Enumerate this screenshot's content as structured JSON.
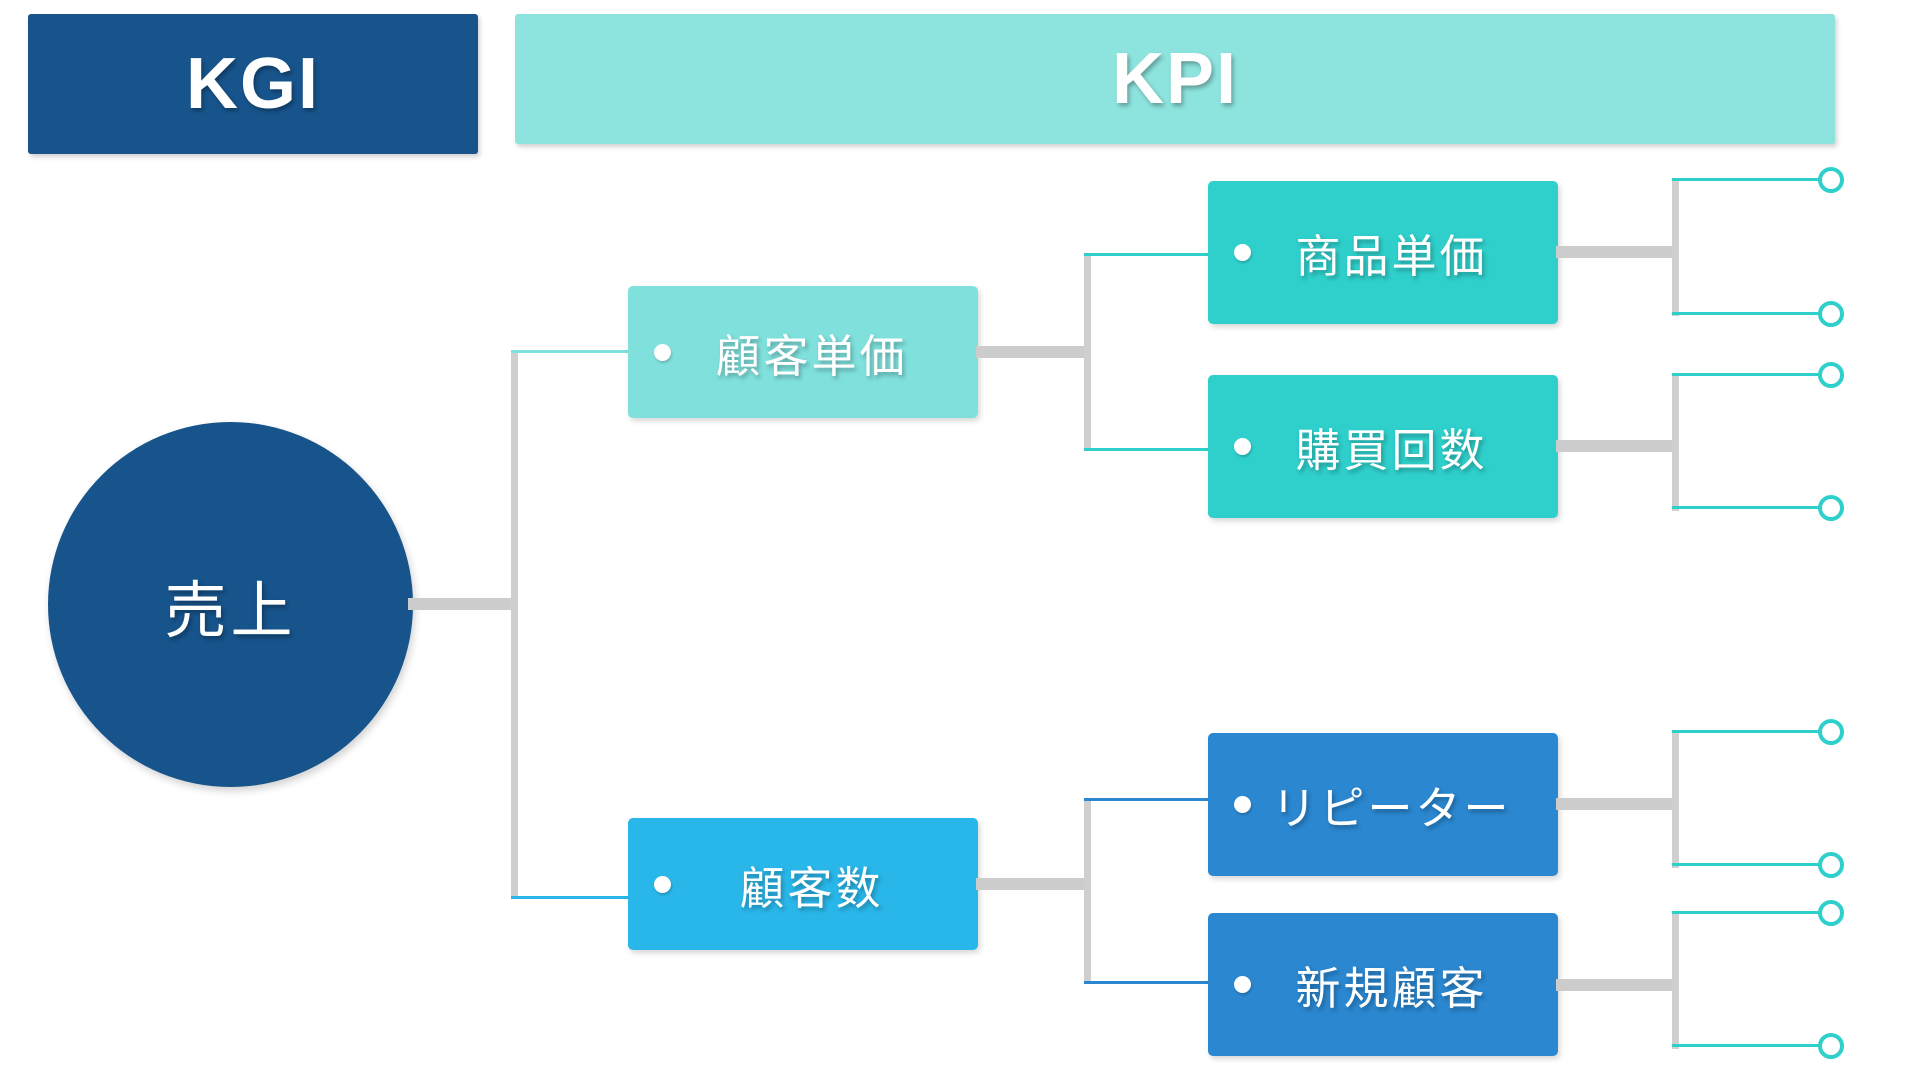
{
  "headers": {
    "kgi": "KGI",
    "kpi": "KPI"
  },
  "root": {
    "label": "売上"
  },
  "nodes": {
    "level1": [
      {
        "id": "kyakutanka",
        "label": "顧客単価",
        "color": "#7FE0DC"
      },
      {
        "id": "kyakusu",
        "label": "顧客数",
        "color": "#29B6E8"
      }
    ],
    "level2": [
      {
        "id": "shohintanka",
        "label": "商品単価",
        "color": "#2FCFCB",
        "parent": "kyakutanka"
      },
      {
        "id": "kobaikaisu",
        "label": "購買回数",
        "color": "#2FCFCB",
        "parent": "kyakutanka"
      },
      {
        "id": "repeater",
        "label": "リピーター",
        "color": "#2A87D0",
        "parent": "kyakusu"
      },
      {
        "id": "shinki",
        "label": "新規顧客",
        "color": "#2A87D0",
        "parent": "kyakusu"
      }
    ]
  },
  "endpoints": {
    "count": 8,
    "shape": "open-circle",
    "color": "#2FCFCB"
  },
  "colors": {
    "kgi_navy": "#17548C",
    "kpi_banner": "#8DE3DE",
    "level1_teal": "#7FE0DC",
    "level1_blue": "#29B6E8",
    "level2_teal": "#2FCFCB",
    "level2_blue": "#2A87D0",
    "connector_gray": "#CCCCCC",
    "background": "#FFFFFF"
  }
}
